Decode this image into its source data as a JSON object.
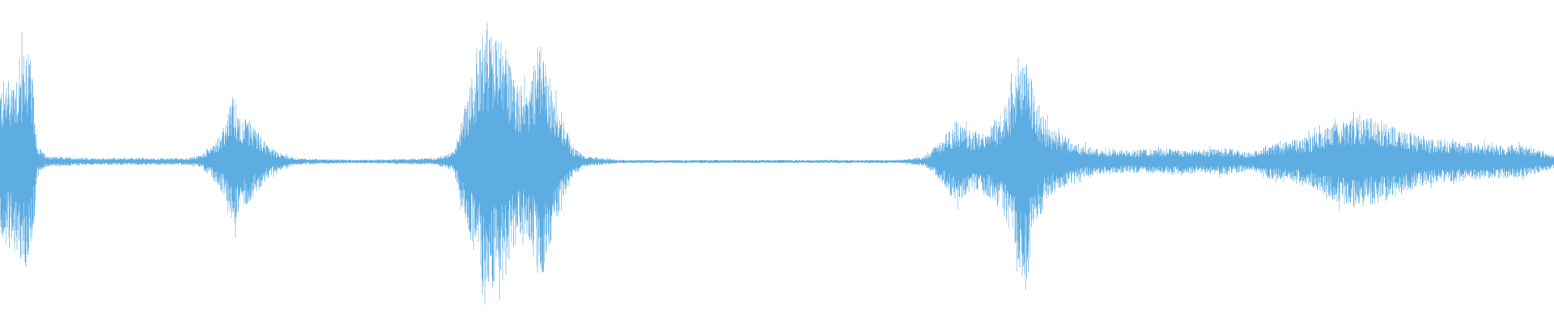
{
  "waveform": {
    "color": "#5DADE2",
    "background": "#FFFFFF",
    "amplitude_envelope": [
      [
        0.0,
        0.46
      ],
      [
        0.012,
        0.56
      ],
      [
        0.018,
        0.74
      ],
      [
        0.021,
        0.48
      ],
      [
        0.024,
        0.1
      ],
      [
        0.03,
        0.03
      ],
      [
        0.06,
        0.02
      ],
      [
        0.1,
        0.02
      ],
      [
        0.12,
        0.02
      ],
      [
        0.13,
        0.04
      ],
      [
        0.138,
        0.12
      ],
      [
        0.145,
        0.22
      ],
      [
        0.15,
        0.4
      ],
      [
        0.155,
        0.26
      ],
      [
        0.16,
        0.25
      ],
      [
        0.166,
        0.18
      ],
      [
        0.172,
        0.1
      ],
      [
        0.178,
        0.06
      ],
      [
        0.19,
        0.02
      ],
      [
        0.23,
        0.01
      ],
      [
        0.28,
        0.02
      ],
      [
        0.292,
        0.06
      ],
      [
        0.298,
        0.3
      ],
      [
        0.305,
        0.55
      ],
      [
        0.312,
        0.86
      ],
      [
        0.318,
        0.74
      ],
      [
        0.325,
        0.7
      ],
      [
        0.332,
        0.48
      ],
      [
        0.34,
        0.45
      ],
      [
        0.348,
        0.75
      ],
      [
        0.352,
        0.53
      ],
      [
        0.358,
        0.42
      ],
      [
        0.362,
        0.26
      ],
      [
        0.368,
        0.1
      ],
      [
        0.376,
        0.03
      ],
      [
        0.4,
        0.01
      ],
      [
        0.5,
        0.01
      ],
      [
        0.58,
        0.01
      ],
      [
        0.595,
        0.03
      ],
      [
        0.605,
        0.12
      ],
      [
        0.615,
        0.24
      ],
      [
        0.625,
        0.18
      ],
      [
        0.635,
        0.2
      ],
      [
        0.645,
        0.3
      ],
      [
        0.652,
        0.48
      ],
      [
        0.66,
        0.78
      ],
      [
        0.666,
        0.4
      ],
      [
        0.675,
        0.2
      ],
      [
        0.685,
        0.16
      ],
      [
        0.695,
        0.1
      ],
      [
        0.71,
        0.07
      ],
      [
        0.73,
        0.07
      ],
      [
        0.75,
        0.08
      ],
      [
        0.77,
        0.07
      ],
      [
        0.79,
        0.08
      ],
      [
        0.805,
        0.05
      ],
      [
        0.815,
        0.1
      ],
      [
        0.83,
        0.12
      ],
      [
        0.845,
        0.16
      ],
      [
        0.86,
        0.24
      ],
      [
        0.875,
        0.28
      ],
      [
        0.89,
        0.24
      ],
      [
        0.905,
        0.18
      ],
      [
        0.92,
        0.14
      ],
      [
        0.94,
        0.12
      ],
      [
        0.96,
        0.1
      ],
      [
        0.98,
        0.1
      ],
      [
        1.0,
        0.04
      ]
    ]
  }
}
